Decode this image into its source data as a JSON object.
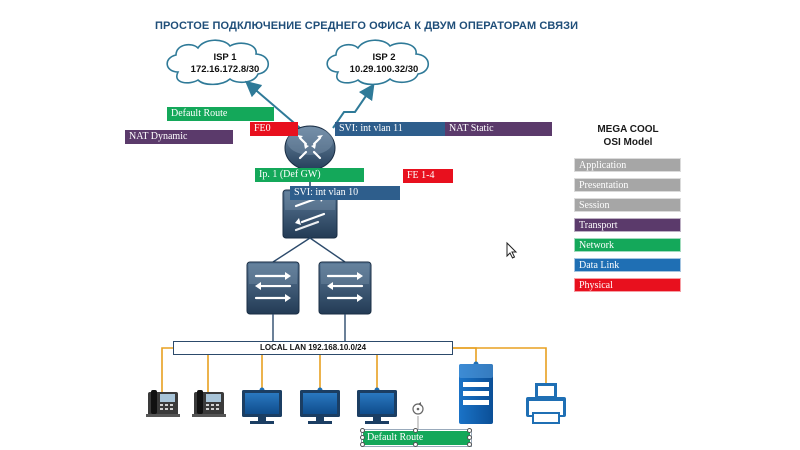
{
  "title": "ПРОСТОЕ ПОДКЛЮЧЕНИЕ СРЕДНЕГО ОФИСА К ДВУМ ОПЕРАТОРАМ СВЯЗИ",
  "isp1": {
    "name": "ISP 1",
    "subnet": "172.16.172.8/30"
  },
  "isp2": {
    "name": "ISP 2",
    "subnet": "10.29.100.32/30"
  },
  "labels": {
    "default_route": "Default Route",
    "fe0": "FE0",
    "svi_vlan11": "SVI: int vlan 11",
    "nat_static": "NAT Static",
    "nat_dynamic": "NAT Dynamic",
    "ip1_def_gw": "Ip. 1 (Def GW)",
    "fe1_4": "FE 1-4",
    "svi_vlan10": "SVI: int vlan 10",
    "default_route_selected": "Default Route"
  },
  "lan": {
    "label": "LOCAL LAN 192.168.10.0/24"
  },
  "osi": {
    "title_line1": "MEGA COOL",
    "title_line2": "OSI Model",
    "layers": [
      {
        "name": "Application",
        "color": "#a6a6a6"
      },
      {
        "name": "Presentation",
        "color": "#a6a6a6"
      },
      {
        "name": "Session",
        "color": "#a6a6a6"
      },
      {
        "name": "Transport",
        "color": "#5b3a6b"
      },
      {
        "name": "Network",
        "color": "#14a85a"
      },
      {
        "name": "Data Link",
        "color": "#1f6fb4"
      },
      {
        "name": "Physical",
        "color": "#e8101e"
      }
    ]
  },
  "colors": {
    "network": "#14a85a",
    "transport": "#5b3a6b",
    "datalink": "#2e5e8c",
    "physical": "#e8101e",
    "link_line": "#e8a020",
    "uplink_line": "#2f7a98",
    "device_dark": "#2c4a6b"
  }
}
